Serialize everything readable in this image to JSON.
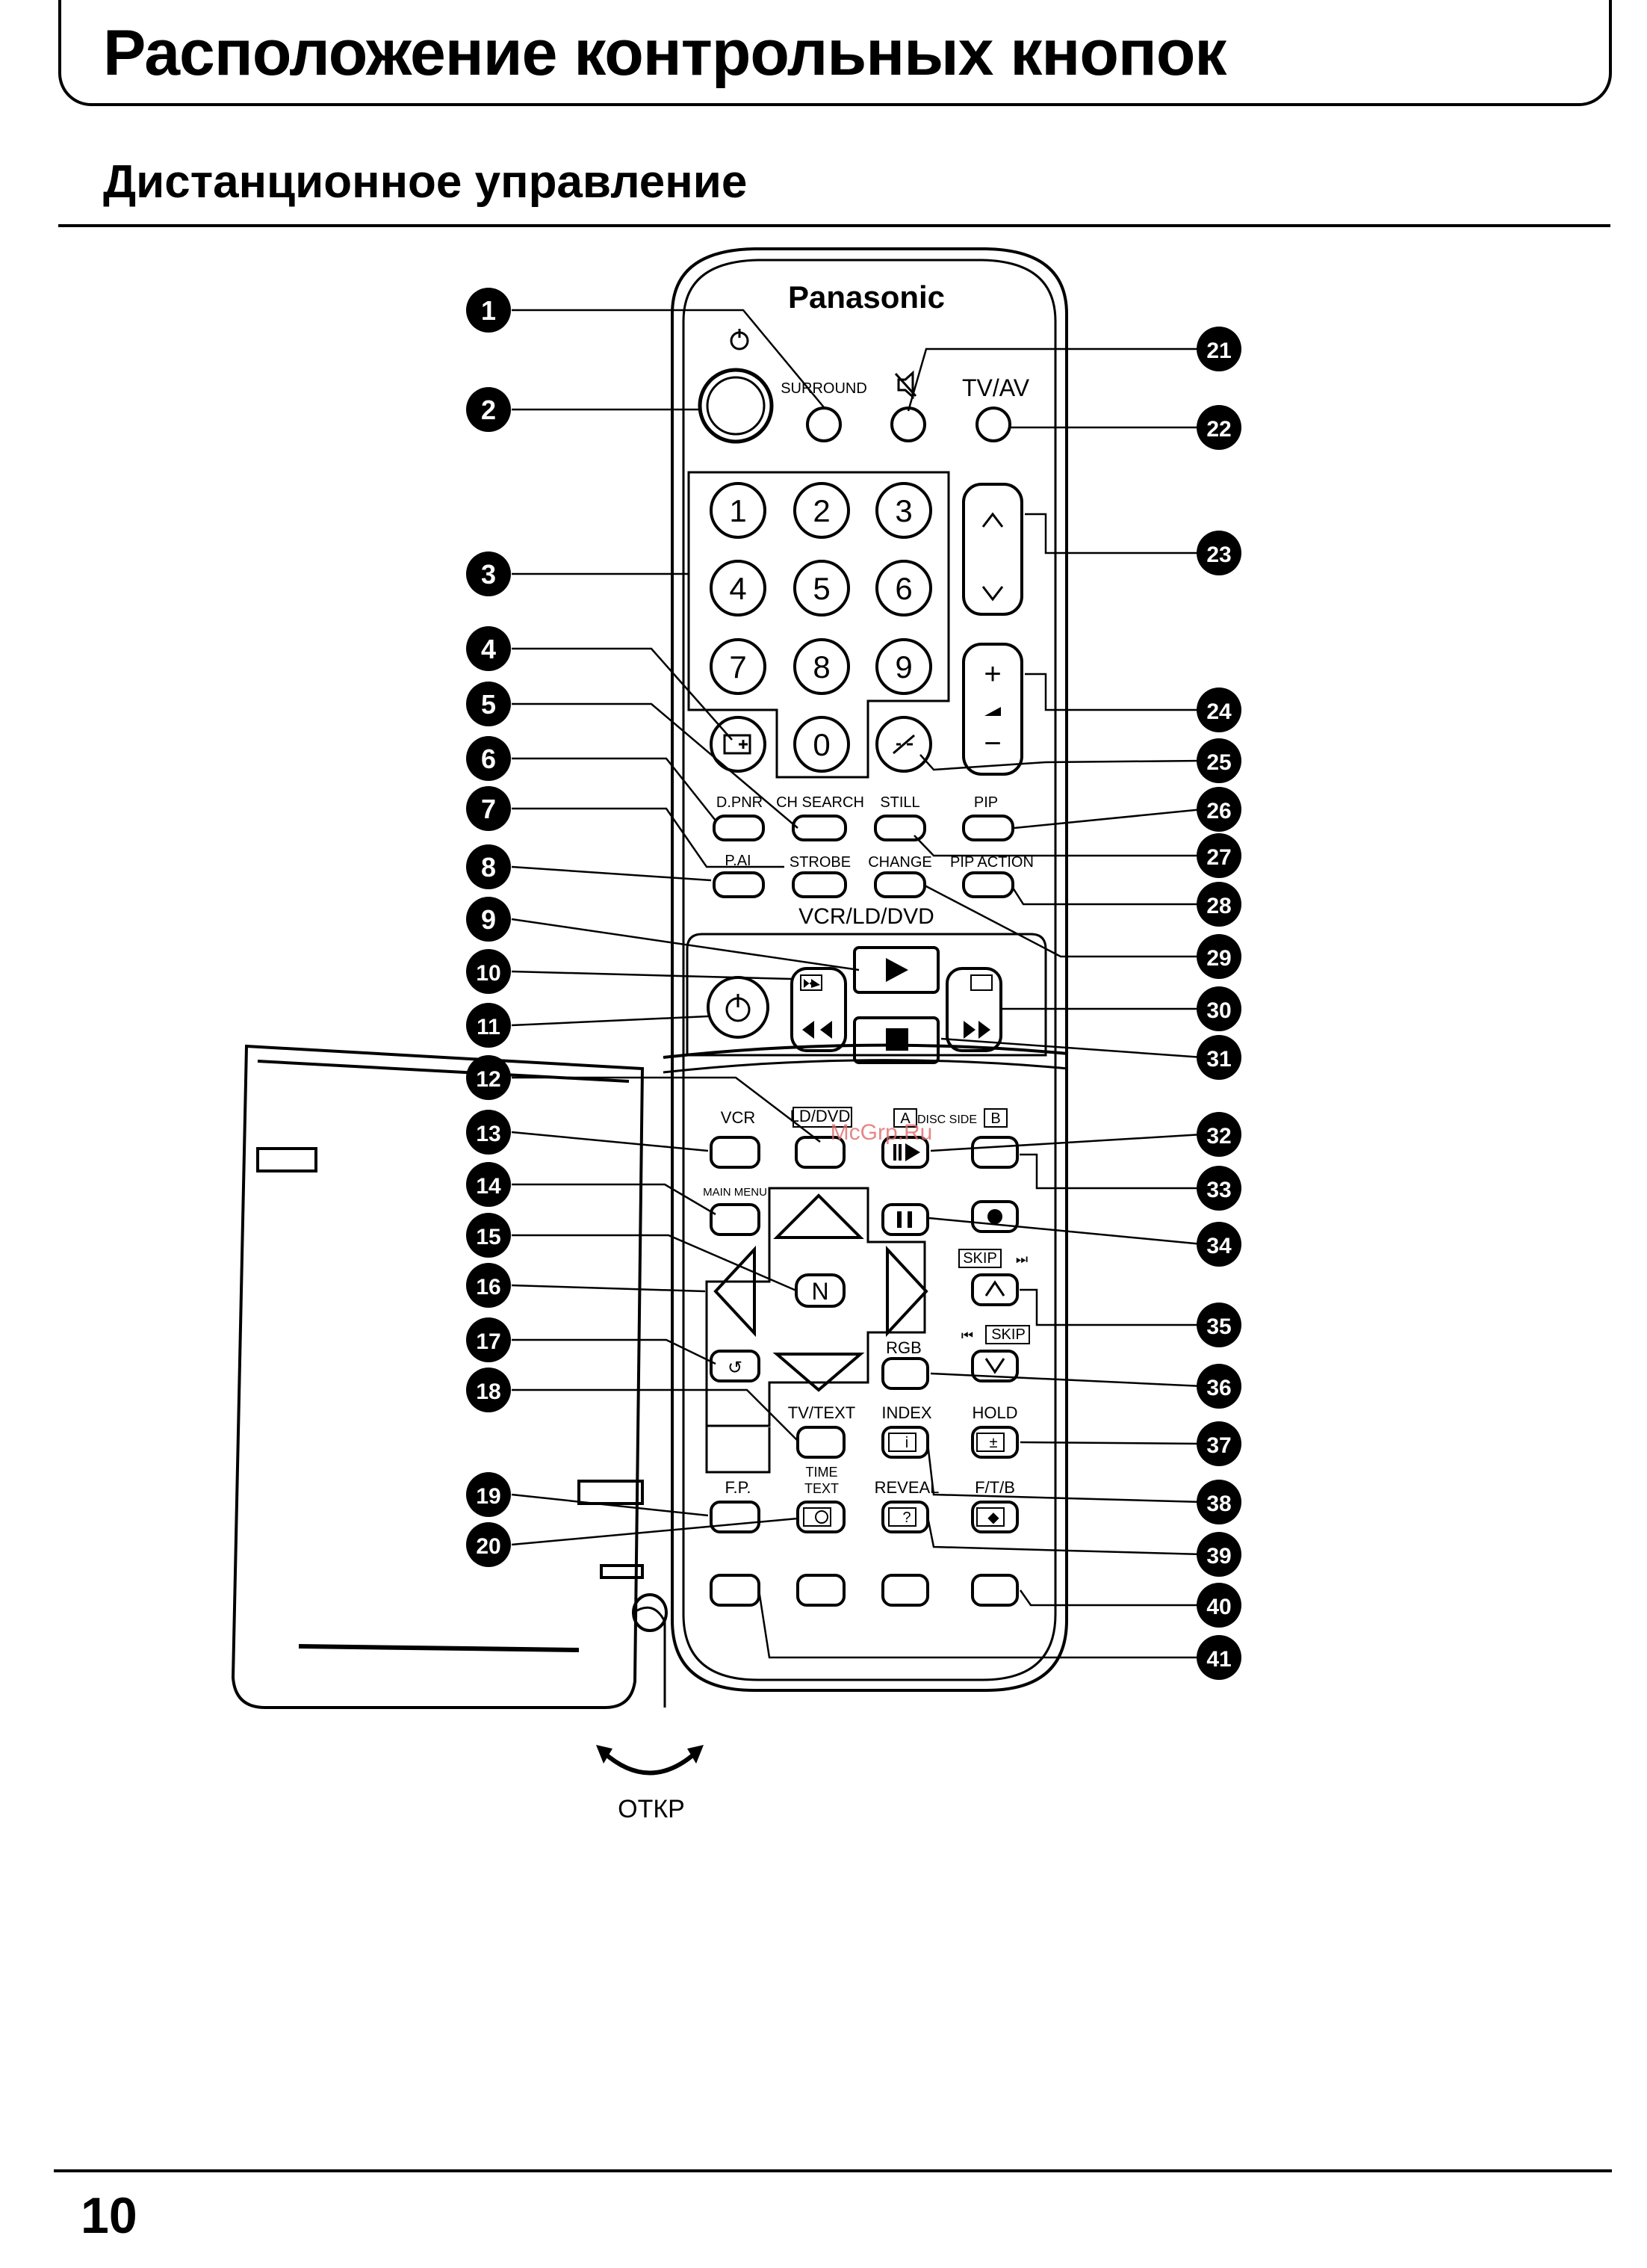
{
  "header": {
    "title": "Расположение контрольных кнопок",
    "section": "Дистанционное управление"
  },
  "footer": {
    "page_number": "10"
  },
  "remote": {
    "brand": "Panasonic",
    "labels": {
      "surround": "SURROUND",
      "tvav": "TV/AV",
      "dpnr": "D.PNR",
      "chsearch": "CH SEARCH",
      "still": "STILL",
      "pip": "PIP",
      "pai": "P.AI",
      "strobe": "STROBE",
      "change": "CHANGE",
      "pipaction": "PIP ACTION",
      "vcrld": "VCR/LD/DVD",
      "vcr": "VCR",
      "lddvd": "LD/DVD",
      "disc_a": "A",
      "disc_side": "DISC SIDE",
      "disc_b": "B",
      "mainmenu": "MAIN MENU",
      "skip_up": "SKIP",
      "skip_down": "SKIP",
      "rgb": "RGB",
      "tvtext": "TV/TEXT",
      "index": "INDEX",
      "hold": "HOLD",
      "fp": "F.P.",
      "timetext": "TIME\nTEXT",
      "reveal": "REVEAL",
      "ftb": "F/T/B",
      "n": "N",
      "open": "ОТКР",
      "watermark": "McGrp.Ru"
    },
    "digits": [
      "1",
      "2",
      "3",
      "4",
      "5",
      "6",
      "7",
      "8",
      "9",
      "0"
    ],
    "callouts": [
      "1",
      "2",
      "3",
      "4",
      "5",
      "6",
      "7",
      "8",
      "9",
      "10",
      "11",
      "12",
      "13",
      "14",
      "15",
      "16",
      "17",
      "18",
      "19",
      "20",
      "21",
      "22",
      "23",
      "24",
      "25",
      "26",
      "27",
      "28",
      "29",
      "30",
      "31",
      "32",
      "33",
      "34",
      "35",
      "36",
      "37",
      "38",
      "39",
      "40",
      "41"
    ]
  }
}
